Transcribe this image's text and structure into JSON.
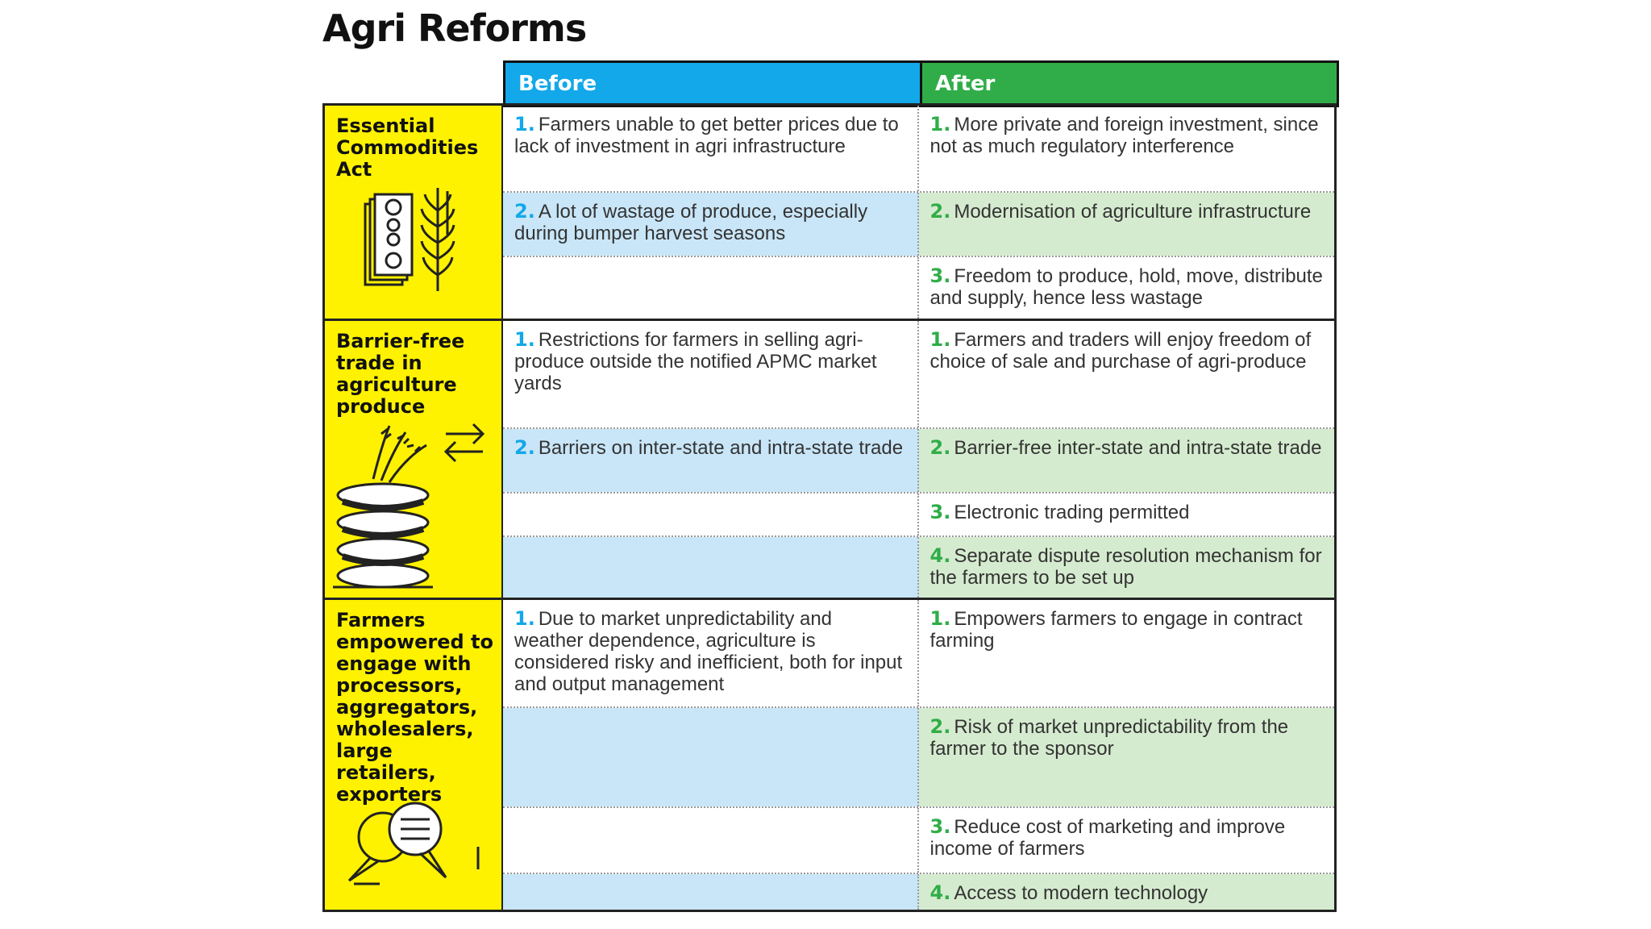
{
  "title": "Agri Reforms",
  "headers": {
    "before": "Before",
    "after": "After"
  },
  "colors": {
    "before_header": "#12a8e9",
    "after_header": "#30ad48",
    "label_bg": "#fff200",
    "before_alt": "#c9e6f8",
    "after_alt": "#d5ebcf"
  },
  "sections": [
    {
      "label": "Essential\nCommodities\nAct",
      "icon": "money-wheat-icon",
      "rows": [
        {
          "before_num": "1.",
          "before": "Farmers unable to get better prices due to lack of investment in agri infrastructure",
          "after_num": "1.",
          "after": "More private and foreign investment, since not as much regulatory interference"
        },
        {
          "before_num": "2.",
          "before": "A lot of wastage of produce, especially during bumper harvest seasons",
          "after_num": "2.",
          "after": "Modernisation of agriculture infrastructure"
        },
        {
          "before_num": "",
          "before": "",
          "after_num": "3.",
          "after": "Freedom to produce, hold, move, distribute and supply, hence less wastage"
        }
      ]
    },
    {
      "label": "Barrier-free\ntrade in\nagriculture\nproduce",
      "icon": "grain-sacks-exchange-icon",
      "rows": [
        {
          "before_num": "1.",
          "before": "Restrictions for farmers in selling agri-produce outside the notified APMC market yards",
          "after_num": "1.",
          "after": "Farmers and traders will enjoy freedom of choice of sale and purchase of agri-produce"
        },
        {
          "before_num": "2.",
          "before": "Barriers on inter-state and intra-state trade",
          "after_num": "2.",
          "after": "Barrier-free inter-state and intra-state trade"
        },
        {
          "before_num": "",
          "before": "",
          "after_num": "3.",
          "after": "Electronic trading permitted"
        },
        {
          "before_num": "",
          "before": "",
          "after_num": "4.",
          "after": "Separate dispute resolution mechanism for the farmers to be set up"
        }
      ]
    },
    {
      "label": "Farmers\nempowered to\nengage with\nprocessors,\naggregators,\nwholesalers,\nlarge retailers,\nexporters",
      "icon": "speech-bubbles-icon",
      "rows": [
        {
          "before_num": "1.",
          "before": "Due to market unpredictability and weather dependence, agriculture is considered risky and inefficient, both for input and output management",
          "after_num": "1.",
          "after": "Empowers farmers to engage in contract farming"
        },
        {
          "before_num": "",
          "before": "",
          "after_num": "2.",
          "after": "Risk of market unpredictability from the farmer to the sponsor"
        },
        {
          "before_num": "",
          "before": "",
          "after_num": "3.",
          "after": "Reduce cost of marketing and improve income of farmers"
        },
        {
          "before_num": "",
          "before": "",
          "after_num": "4.",
          "after": "Access to modern technology"
        }
      ]
    }
  ]
}
